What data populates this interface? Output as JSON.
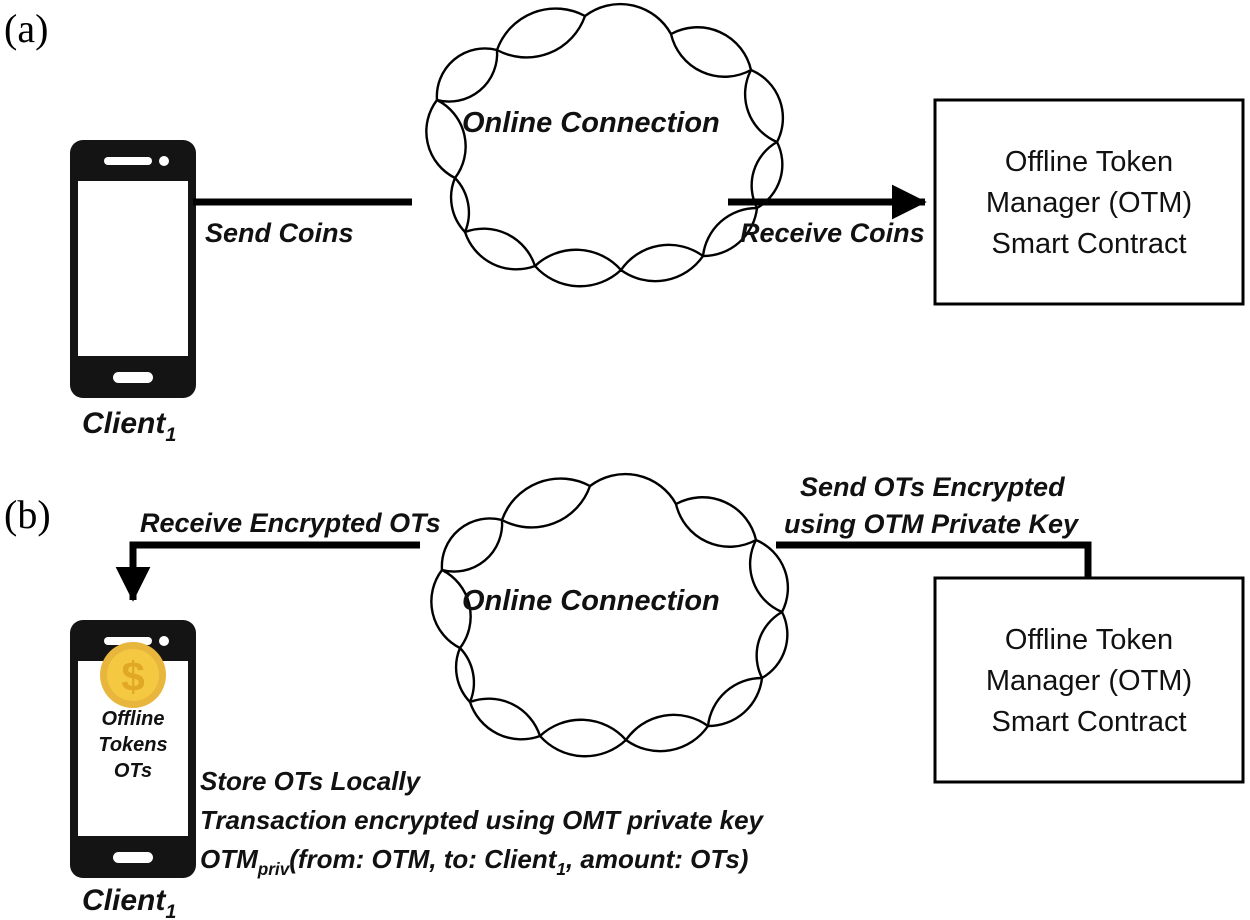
{
  "figure": {
    "panels": [
      {
        "id": "a",
        "label": "(a)",
        "client_label": "Client",
        "client_subscript": "1",
        "cloud_label": "Online Connection",
        "left_edge_label": "Send Coins",
        "right_edge_label": "Receive Coins",
        "node_lines": [
          "Offline Token",
          "Manager (OTM)",
          "Smart Contract"
        ]
      },
      {
        "id": "b",
        "label": "(b)",
        "client_label": "Client",
        "client_subscript": "1",
        "cloud_label": "Online Connection",
        "left_edge_label": "Receive Encrypted OTs",
        "right_edge_label_line1": "Send OTs Encrypted",
        "right_edge_label_line2": "using OTM Private Key",
        "node_lines": [
          "Offline Token",
          "Manager (OTM)",
          "Smart Contract"
        ],
        "phone_screen_lines": [
          "Offline",
          "Tokens",
          "OTs"
        ],
        "coin_symbol": "$",
        "notes": {
          "line1": "Store OTs Locally",
          "line2": "Transaction encrypted using OMT private key",
          "line3_prefix": "OTM",
          "line3_subscript": "priv",
          "line3_suffix_a": "(from: OTM, to: Client",
          "line3_subscript2": "1",
          "line3_suffix_b": ", amount: OTs)"
        }
      }
    ]
  },
  "colors": {
    "ink": "#111111",
    "stroke": "#000000",
    "phone_body": "#141414",
    "coin_outer": "#E8B63C",
    "coin_inner": "#F5C842",
    "coin_sign": "#E0A824",
    "background": "#ffffff"
  }
}
